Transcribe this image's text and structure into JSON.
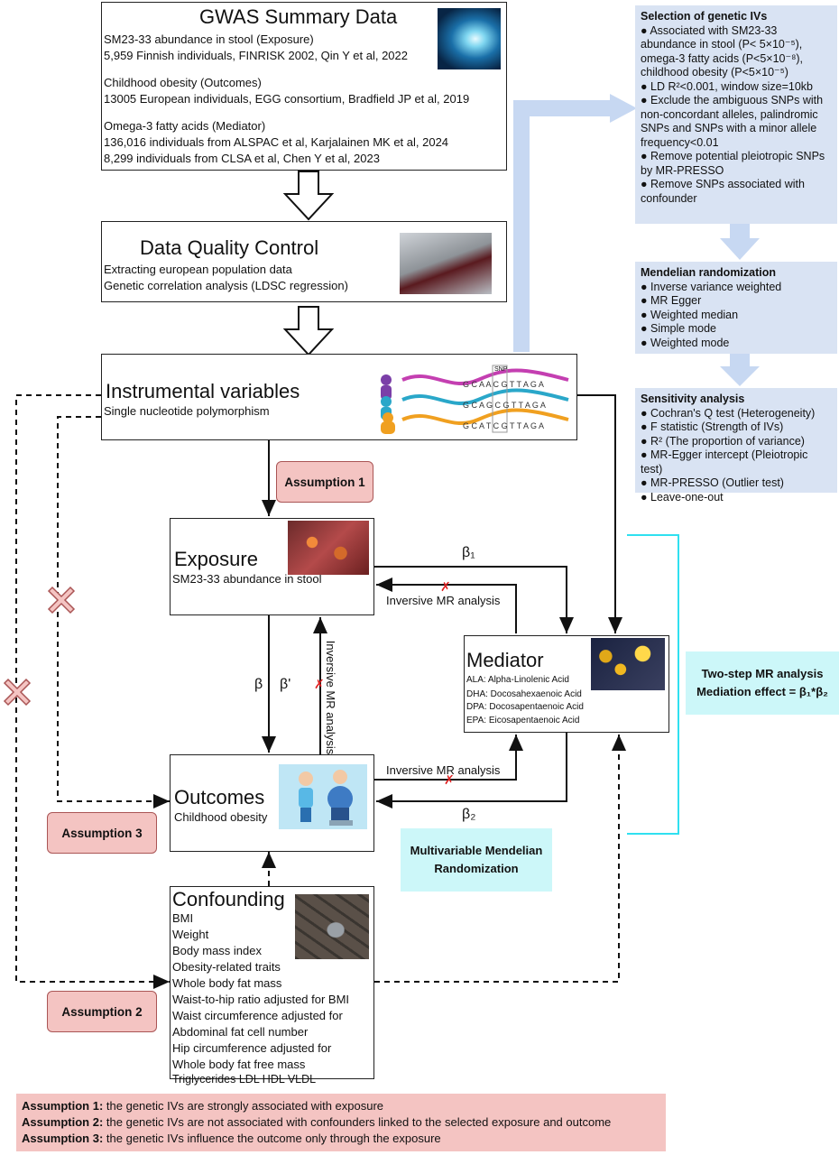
{
  "gwas": {
    "title": "GWAS Summary Data",
    "lines": [
      "SM23-33 abundance in stool (Exposure)",
      "5,959 Finnish individuals, FINRISK 2002, Qin Y et al, 2022",
      "Childhood obesity (Outcomes)",
      "13005 European individuals, EGG consortium, Bradfield JP et al, 2019",
      "Omega-3 fatty acids (Mediator)",
      "136,016 individuals from ALSPAC et al, Karjalainen MK et al, 2024",
      "8,299 individuals from CLSA et al, Chen Y et al, 2023"
    ]
  },
  "qc": {
    "title": "Data Quality Control",
    "lines": [
      "Extracting european population data",
      "Genetic correlation analysis (LDSC regression)"
    ]
  },
  "iv": {
    "title": "Instrumental variables",
    "subtitle": "Single nucleotide polymorphism",
    "snp_label": "SNP",
    "seqs": [
      "G C A A C G T T A G A",
      "G C A G C G T T A G A",
      "G C A T C G T T A G A"
    ]
  },
  "exposure": {
    "title": "Exposure",
    "subtitle": "SM23-33 abundance in stool"
  },
  "outcomes": {
    "title": "Outcomes",
    "subtitle": "Childhood obesity"
  },
  "mediator": {
    "title": "Mediator",
    "lines": [
      "ALA: Alpha-Linolenic Acid",
      "DHA: Docosahexaenoic Acid",
      "DPA: Docosapentaenoic Acid",
      "EPA: Eicosapentaenoic Acid"
    ]
  },
  "confounding": {
    "title": "Confounding",
    "lines": [
      "BMI",
      "Weight",
      "Body mass index",
      "Obesity-related traits",
      "Whole body fat mass",
      "Waist-to-hip ratio adjusted for BMI",
      "Waist circumference adjusted for",
      "Abdominal fat cell number",
      "Hip circumference adjusted for",
      "Whole body fat free mass",
      "Triglycerides LDL HDL VLDL"
    ]
  },
  "selection": {
    "title": "Selection of genetic IVs",
    "lines": [
      "● Associated with SM23-33",
      "abundance in stool (P< 5×10⁻⁵),",
      "omega-3 fatty acids (P<5×10⁻⁸),",
      "childhood obesity (P<5×10⁻⁵)",
      "● LD R²<0.001, window size=10kb",
      "● Exclude the ambiguous SNPs with",
      "non-concordant alleles, palindromic",
      "SNPs and SNPs with a minor allele",
      "frequency<0.01",
      "● Remove potential pleiotropic SNPs",
      "by MR-PRESSO",
      "● Remove SNPs associated with",
      "confounder"
    ]
  },
  "mr": {
    "title": "Mendelian randomization",
    "lines": [
      "● Inverse variance weighted",
      "● MR Egger",
      "● Weighted median",
      "● Simple mode",
      "● Weighted mode"
    ]
  },
  "sens": {
    "title": "Sensitivity analysis",
    "lines": [
      "● Cochran's Q test (Heterogeneity)",
      "● F statistic (Strength of IVs)",
      "● R² (The proportion of variance)",
      "● MR-Egger intercept (Pleiotropic test)",
      "● MR-PRESSO (Outlier test)",
      "● Leave-one-out"
    ]
  },
  "labels": {
    "assumption1": "Assumption 1",
    "assumption2": "Assumption 2",
    "assumption3": "Assumption 3",
    "beta1": "β₁",
    "beta2": "β₂",
    "beta": "β",
    "beta_prime": "β'",
    "inversive_mr": "Inversive MR analysis",
    "two_step_line1": "Two-step MR analysis",
    "two_step_line2": "Mediation effect = β₁*β₂",
    "mvmr_line1": "Multivariable Mendelian",
    "mvmr_line2": "Randomization",
    "x_mark": "✗"
  },
  "assumptions_footer": [
    {
      "label": "Assumption 1:",
      "text": " the genetic IVs are strongly associated with exposure"
    },
    {
      "label": "Assumption 2:",
      "text": " the genetic IVs are not associated with confounders linked to the selected exposure and outcome"
    },
    {
      "label": "Assumption 3:",
      "text": " the genetic IVs influence the outcome only through the exposure"
    }
  ],
  "colors": {
    "blue_panel": "#d9e3f3",
    "pink": "#f4c4c2",
    "cyan": "#ccf7f9",
    "cyan_line": "#2fe0f0",
    "red_x": "#e02020"
  }
}
